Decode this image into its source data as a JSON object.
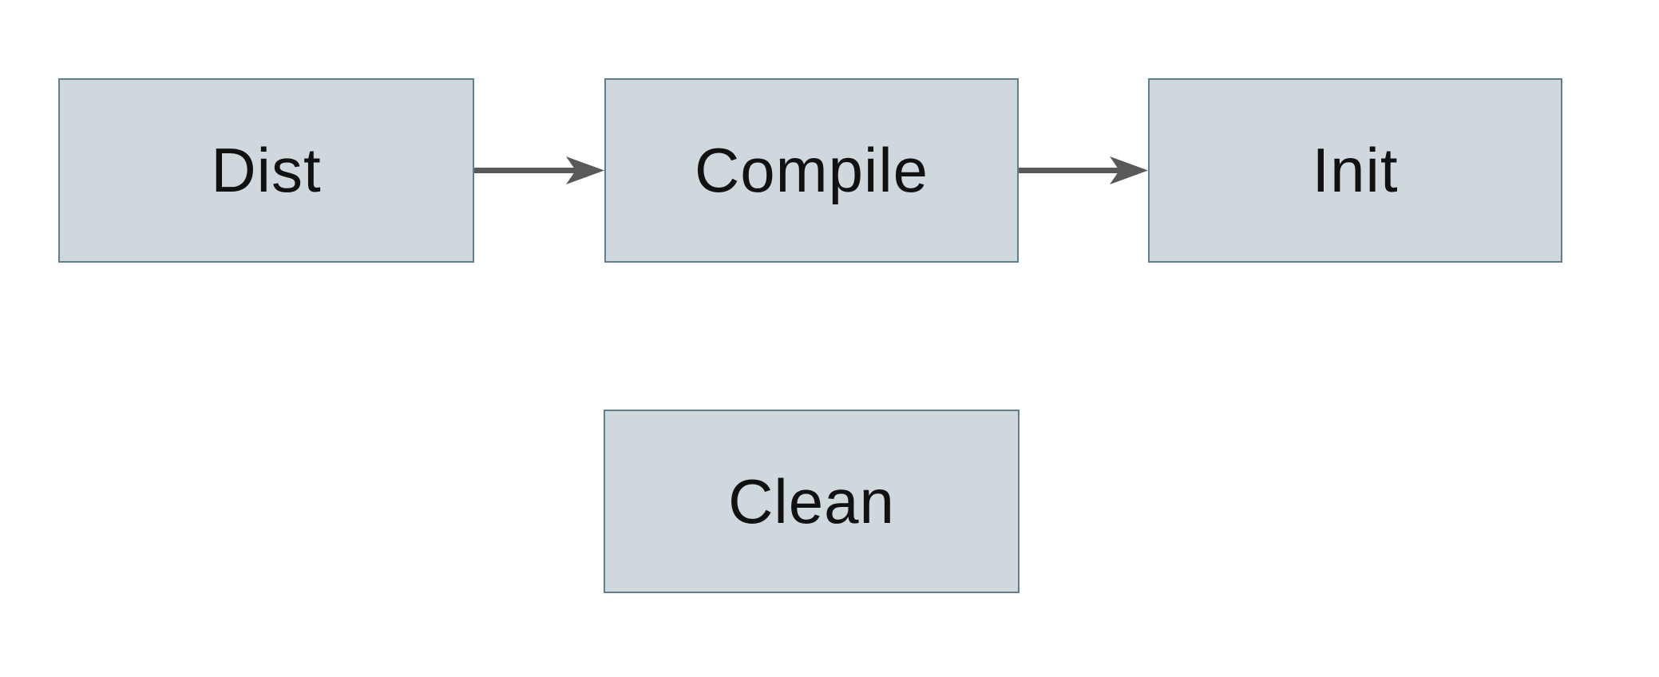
{
  "diagram": {
    "type": "flowchart",
    "background": "#ffffff",
    "colors": {
      "background": "#ffffff",
      "node_fill": "#cfd8dc",
      "node_border": "#617e8c",
      "arrow_color": "#595959",
      "text_color": "#111111"
    },
    "nodes": [
      {
        "id": "dist",
        "label": "Dist"
      },
      {
        "id": "compile",
        "label": "Compile"
      },
      {
        "id": "init",
        "label": "Init"
      },
      {
        "id": "clean",
        "label": "Clean"
      }
    ],
    "edges": [
      {
        "from": "Dist",
        "to": "Compile"
      },
      {
        "from": "Compile",
        "to": "Init"
      }
    ]
  }
}
